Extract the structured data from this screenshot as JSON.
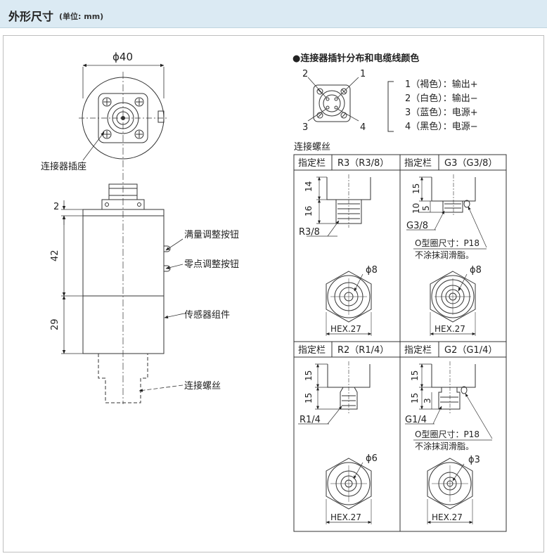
{
  "header": {
    "title": "外形尺寸",
    "unit": "(单位: mm)"
  },
  "left": {
    "phi40": "ϕ40",
    "connector_socket": "连接器插座",
    "dims": [
      "2",
      "42",
      "29"
    ],
    "span_button": "满量调整按钮",
    "zero_button": "零点调整按钮",
    "sensor_assembly": "传感器组件",
    "connector_thread": "连接螺丝"
  },
  "pins": {
    "title": "●连接器插针分布和电缆线颜色",
    "numbers": [
      "1",
      "2",
      "3",
      "4"
    ],
    "list": [
      "1（褐色）：输出+",
      "2（白色）：输出−",
      "3（蓝色）：电源+",
      "4（黑色）：电源−"
    ]
  },
  "threads": {
    "title": "连接螺丝",
    "label": "指定栏",
    "cells": [
      {
        "name": "R3（R3/8）",
        "thread": "R3/8",
        "dims": [
          "14",
          "16"
        ],
        "phi": "ϕ8",
        "hex": "HEX.27"
      },
      {
        "name": "G3（G3/8）",
        "thread": "G3/8",
        "dims": [
          "15",
          "10",
          "5"
        ],
        "phi": "ϕ8",
        "hex": "HEX.27",
        "oring": "O型圈尺寸：P18",
        "note": "不涂抹润滑脂。"
      },
      {
        "name": "R2（R1/4）",
        "thread": "R1/4",
        "dims": [
          "15",
          "15"
        ],
        "phi": "ϕ6",
        "hex": "HEX.27"
      },
      {
        "name": "G2（G1/4）",
        "thread": "G1/4",
        "dims": [
          "15",
          "15",
          "3"
        ],
        "phi": "ϕ3",
        "hex": "HEX.27",
        "oring": "O型圈尺寸：P18",
        "note": "不涂抹润滑脂。"
      }
    ]
  }
}
